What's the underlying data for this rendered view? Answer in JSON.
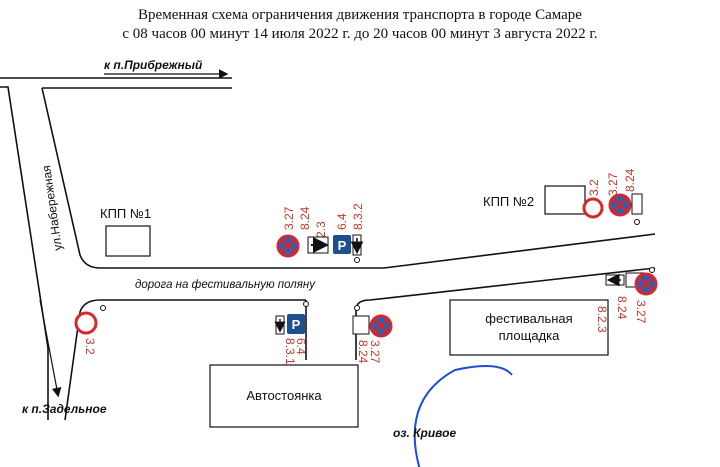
{
  "title": {
    "line1": "Временная схема ограничения движения транспорта в городе Самаре",
    "line2": "с 08 часов 00 минут 14 июля 2022 г. до 20 часов 00 минут 3 августа 2022 г."
  },
  "directions": {
    "north": "к п.Прибрежный",
    "south": "к п.Задельное"
  },
  "street": "ул.Набережная",
  "road": "дорога на фестивальную поляну",
  "lake": "оз. Кривое",
  "buildings": {
    "kpp1": "КПП №1",
    "kpp2": "КПП №2",
    "parking": "Автостоянка",
    "festival_line1": "фестивальная",
    "festival_line2": "площадка"
  },
  "signs": {
    "no_stop": "3.27",
    "no_entry": "3.2",
    "right_side_plate": "8.24",
    "arrow_right_plate": "8.2.3",
    "arrow_down_plate": "8.3.2",
    "parking_sign": "6.4",
    "parking_letter": "P",
    "parking_area_plate": "8.3.1"
  },
  "colors": {
    "sign_red": "#d9262b",
    "parking_blue": "#1f4f8f",
    "lake_blue": "#1f4fd1",
    "code_red": "#c0392b"
  }
}
